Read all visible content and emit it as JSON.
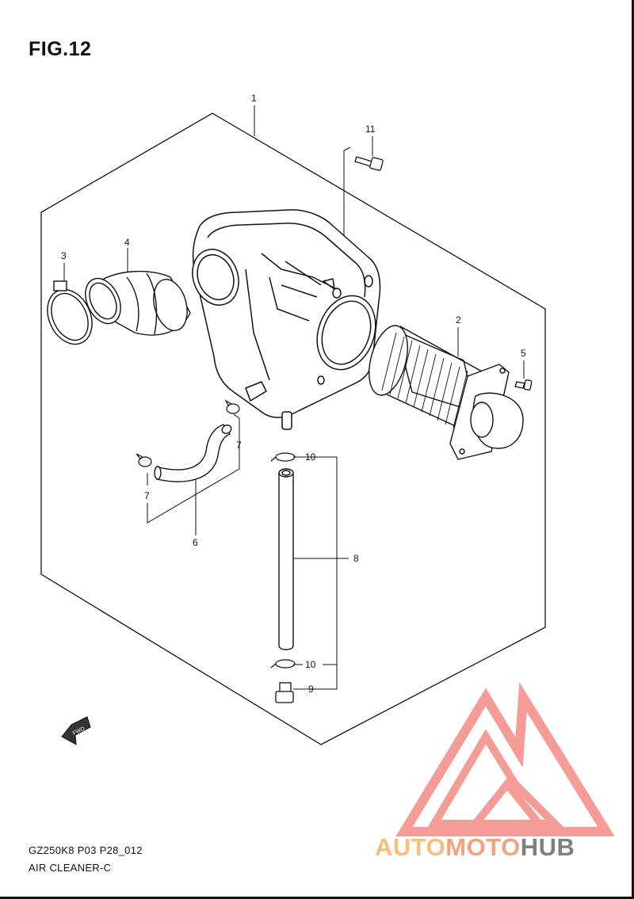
{
  "figure": {
    "title": "FIG.12"
  },
  "footer": {
    "model_code": "GZ250K8 P03 P28_012",
    "section_name": "AIR CLEANER-C"
  },
  "watermark": {
    "part1": "AUTO",
    "part2": "MOTO",
    "part3": "HUB",
    "colors": {
      "triangle": "#f48b86",
      "auto": "#fbbd7c",
      "moto": "#f5a27f",
      "hub": "#7f7f7f"
    }
  },
  "fwd_badge": {
    "text": "FWD"
  },
  "callouts": {
    "c1": "1",
    "c2": "2",
    "c3": "3",
    "c4": "4",
    "c5": "5",
    "c6": "6",
    "c7a": "7",
    "c7b": "7",
    "c8": "8",
    "c9": "9",
    "c10a": "10",
    "c10b": "10",
    "c11": "11"
  }
}
